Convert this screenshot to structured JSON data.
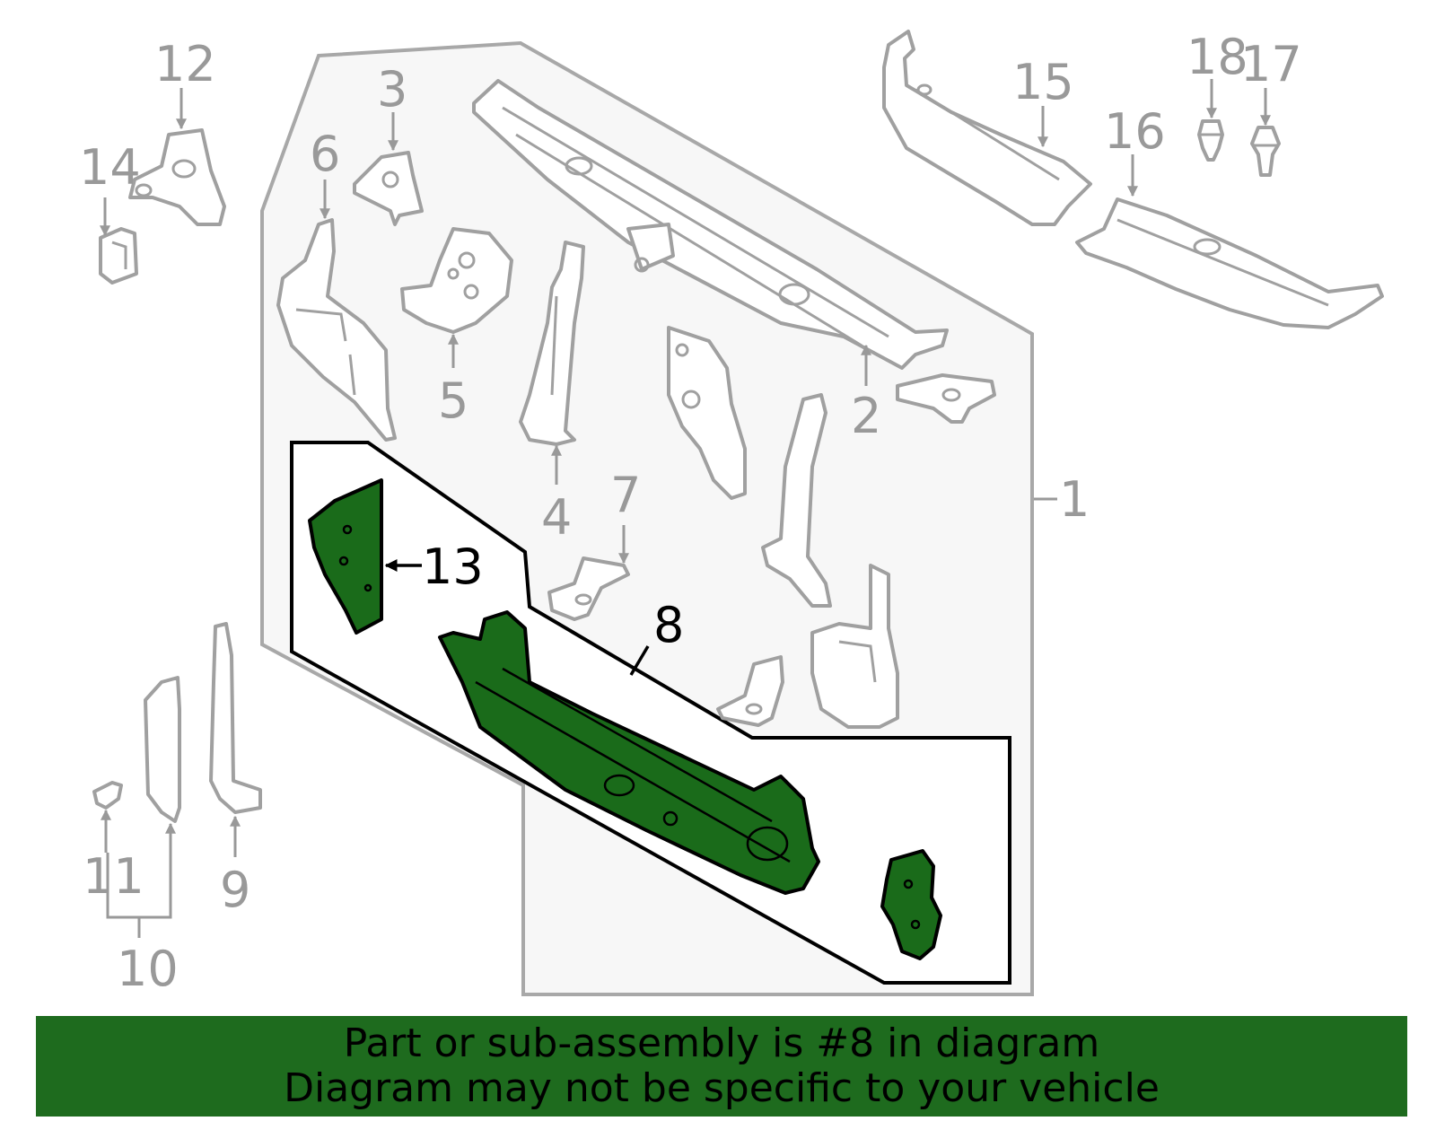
{
  "diagram": {
    "callouts": {
      "c1": "1",
      "c2": "2",
      "c3": "3",
      "c4": "4",
      "c5": "5",
      "c6": "6",
      "c7": "7",
      "c8": "8",
      "c9": "9",
      "c10": "10",
      "c11": "11",
      "c12": "12",
      "c13": "13",
      "c14": "14",
      "c15": "15",
      "c16": "16",
      "c17": "17",
      "c18": "18"
    },
    "colors": {
      "highlight": "#1a6b1a",
      "outline": "#a0a0a0",
      "banner": "#1e6b1e"
    }
  },
  "banner": {
    "line1": "Part or sub-assembly is #8 in diagram",
    "line2": "Diagram may not be specific to your vehicle"
  }
}
